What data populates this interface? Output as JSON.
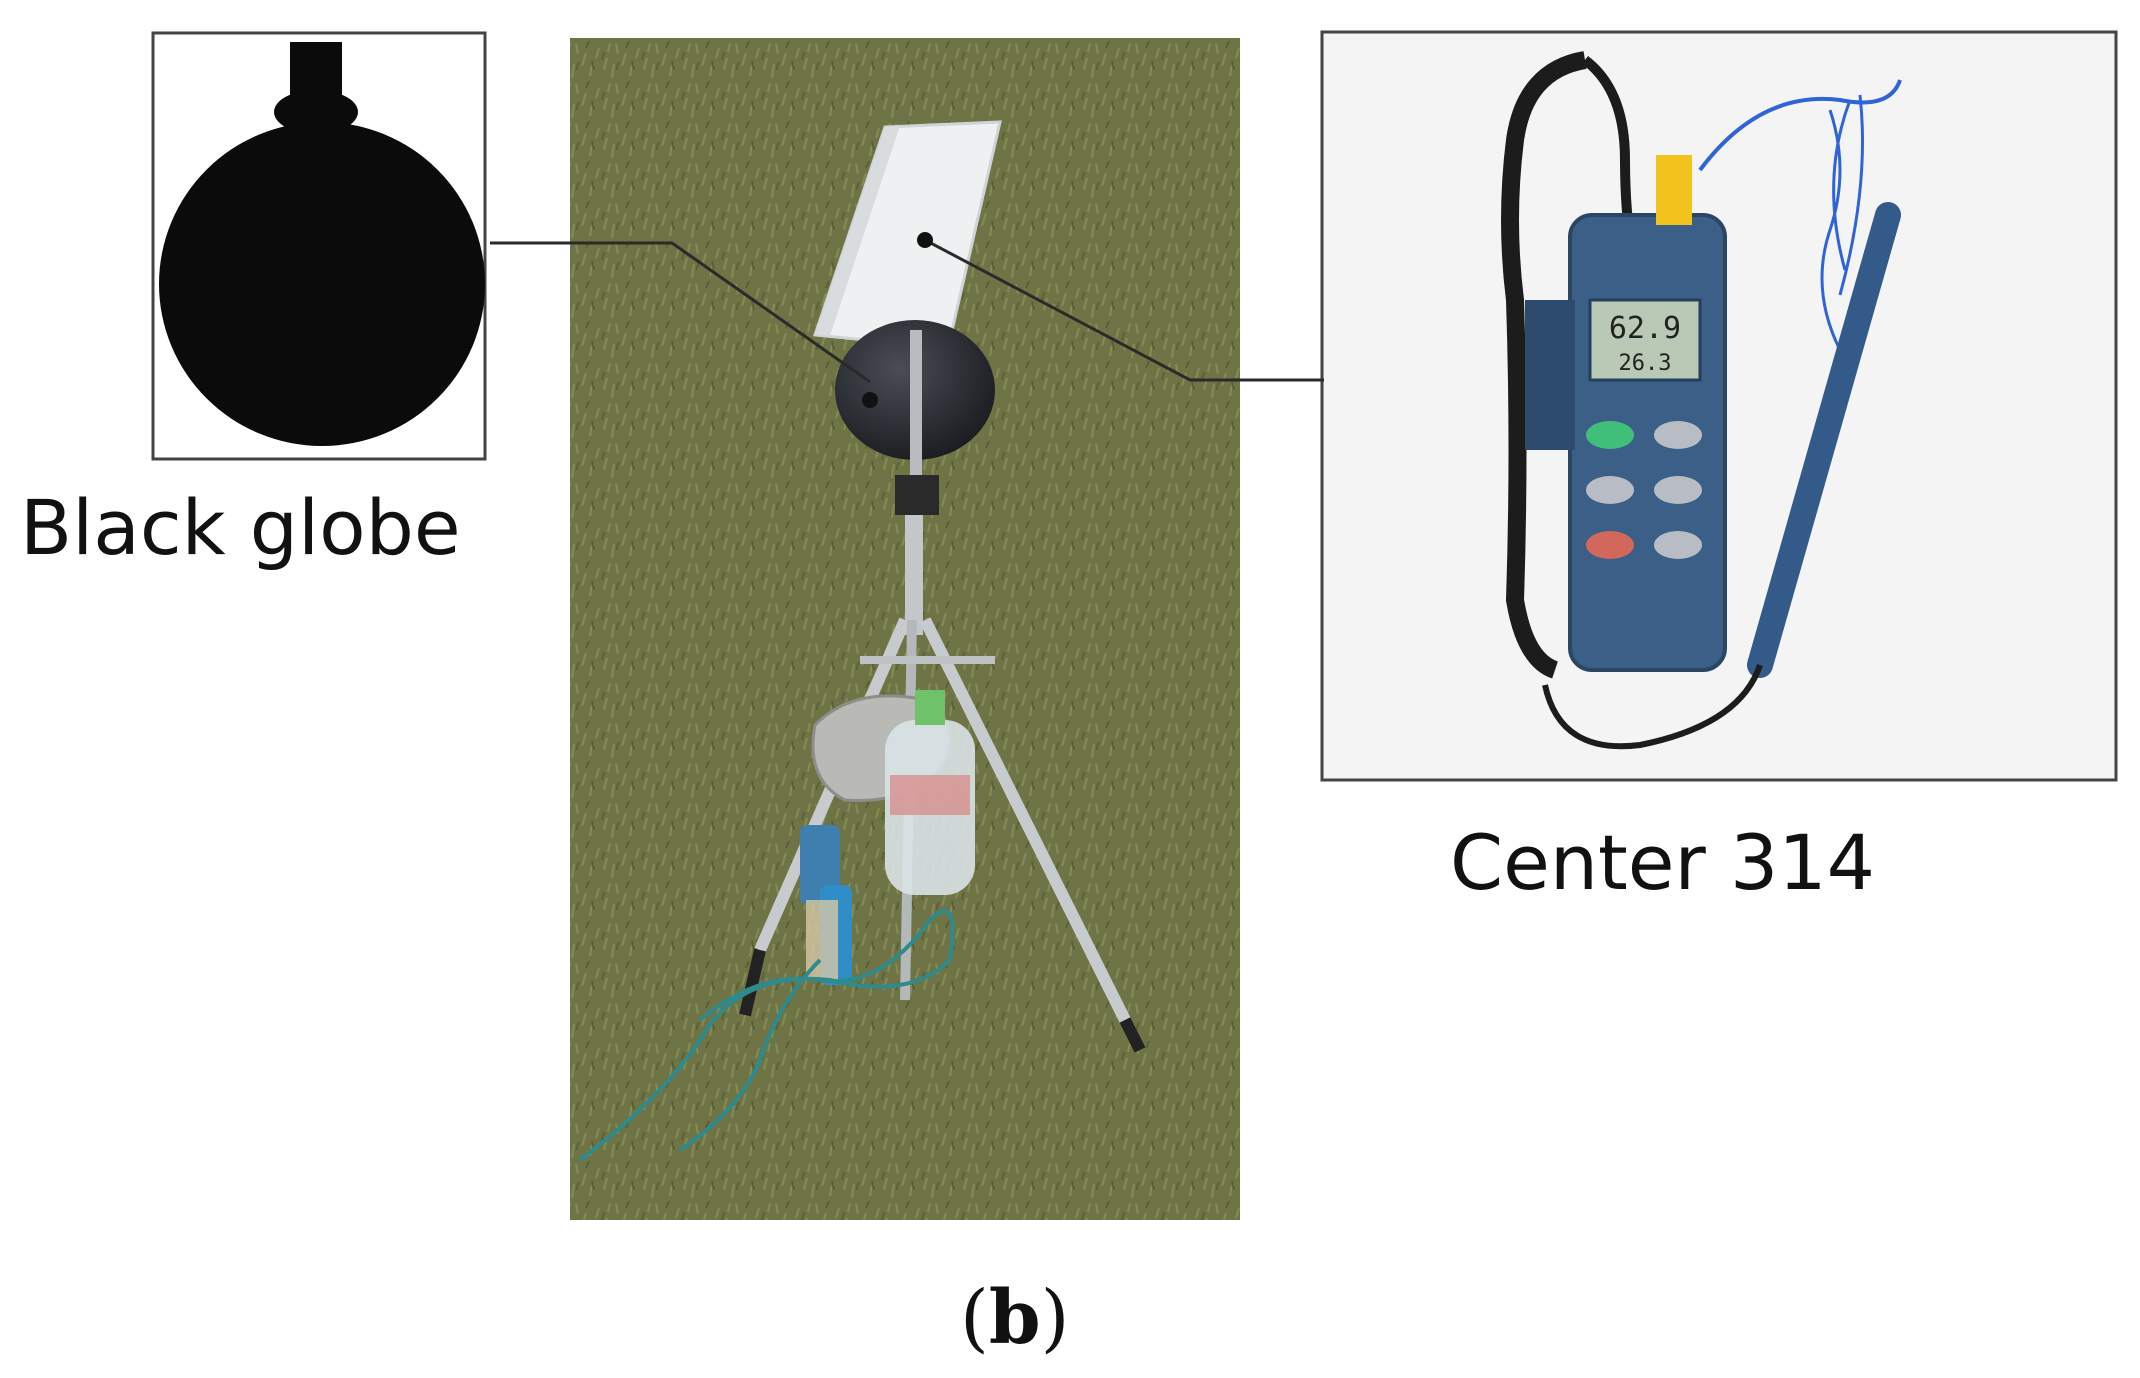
{
  "labels": {
    "black_globe": "Black globe",
    "meter": "Center 314"
  },
  "caption": {
    "open": "(",
    "letter": "b",
    "close": ")"
  },
  "meter_display": {
    "line1": "62.9",
    "line2": "26.3"
  },
  "colors": {
    "grass": "#6f7548",
    "globe": "#0b0b0b",
    "meter_body": "#3b5f86",
    "probe_wire": "#2f63d8",
    "connector": "#f2c21d",
    "leader_line": "#2a2a2a"
  }
}
